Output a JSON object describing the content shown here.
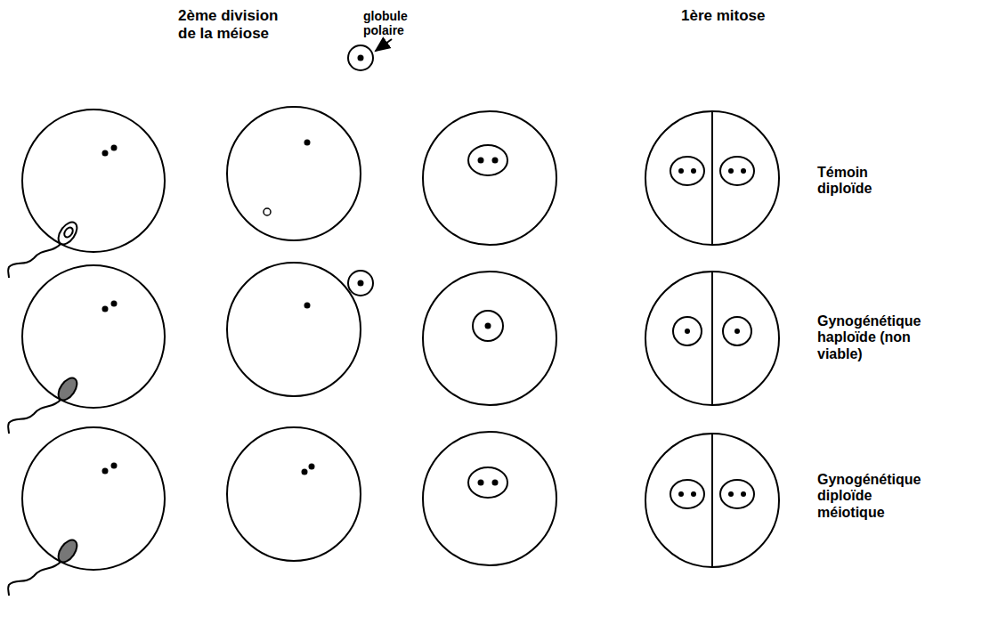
{
  "diagram": {
    "labels": [
      "2ème division de la méiose",
      "globule polaire",
      "1ère mitose",
      "Témoin diploïde",
      "Gynogénétique haploïde (non viable)",
      "Gynogénétique diploïde méiotique"
    ]
  }
}
